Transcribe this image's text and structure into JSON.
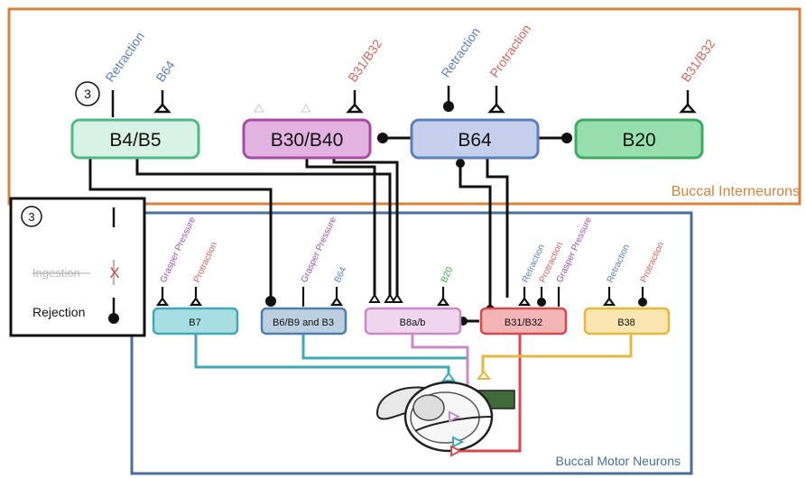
{
  "interneuron_region": {
    "label": "Buccal Interneurons",
    "color": "#d9823b"
  },
  "motor_region": {
    "label": "Buccal Motor Neurons",
    "color": "#4a6e96"
  },
  "interneurons": {
    "b4b5": "B4/B5",
    "b30b40": "B30/B40",
    "b64": "B64",
    "b20": "B20"
  },
  "motor_neurons": {
    "b7": "B7",
    "b6b9b3": "B6/B9 and B3",
    "b8ab": "B8a/b",
    "b31b32": "B31/B32",
    "b38": "B38"
  },
  "interneuron_inputs": {
    "b4b5_badge": "3",
    "b4b5_retraction": "Retraction",
    "b4b5_b64": "B64",
    "b30b40_b31b32": "B31/B32",
    "b64_retraction": "Retraction",
    "b64_protraction": "Protraction",
    "b20_b31b32": "B31/B32"
  },
  "motor_inputs": {
    "b7_grasper": "Grasper Pressure",
    "b7_protraction": "Protraction",
    "b6_grasper": "Grasper Pressure",
    "b6_b64": "B64",
    "b8_b20": "B20",
    "b31_retraction": "Retraction",
    "b31_protraction": "Protraction",
    "b31_grasper": "Grasper Pressure",
    "b38_retraction": "Retraction",
    "b38_protraction": "Protraction"
  },
  "legend": {
    "badge": "3",
    "ingestion": "Ingestion",
    "rejection": "Rejection",
    "cross": "X"
  },
  "colors": {
    "b4b5": "#4dbb83",
    "b30b40": "#a84aa6",
    "b64": "#5b7fbf",
    "b20": "#3faa62",
    "b7": "#3fa9b6",
    "b6b9b3": "#4a7fae",
    "b8ab": "#c88bc7",
    "b31b32": "#d9484c",
    "b38": "#e6b83d",
    "retraction_label": "#5b7fbf",
    "protraction_label": "#d9625a",
    "grasper_label": "#9f52b0",
    "b20_label": "#3faa3f"
  }
}
